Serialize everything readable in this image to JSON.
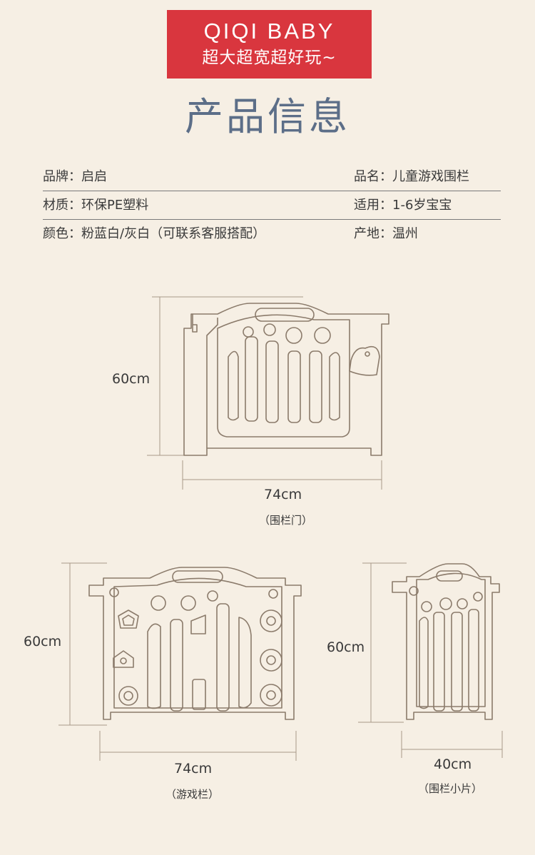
{
  "banner": {
    "brand": "QIQI BABY",
    "slogan": "超大超宽超好玩~"
  },
  "title": "产品信息",
  "info": [
    {
      "left": "品牌：启启",
      "right": "品名：儿童游戏围栏"
    },
    {
      "left": "材质：环保PE塑料",
      "right": "适用：1-6岁宝宝"
    },
    {
      "left": "颜色：粉蓝白/灰白（可联系客服搭配）",
      "right": "产地：温州"
    }
  ],
  "products": [
    {
      "height": "60cm",
      "width": "74cm",
      "caption": "（围栏门）"
    },
    {
      "height": "60cm",
      "width": "74cm",
      "caption": "（游戏栏）"
    },
    {
      "height": "60cm",
      "width": "40cm",
      "caption": "（围栏小片）"
    }
  ],
  "colors": {
    "banner": "#d9363e",
    "title": "#5c6e88",
    "background": "#f6efe4",
    "outline": "#8b7b6b"
  }
}
